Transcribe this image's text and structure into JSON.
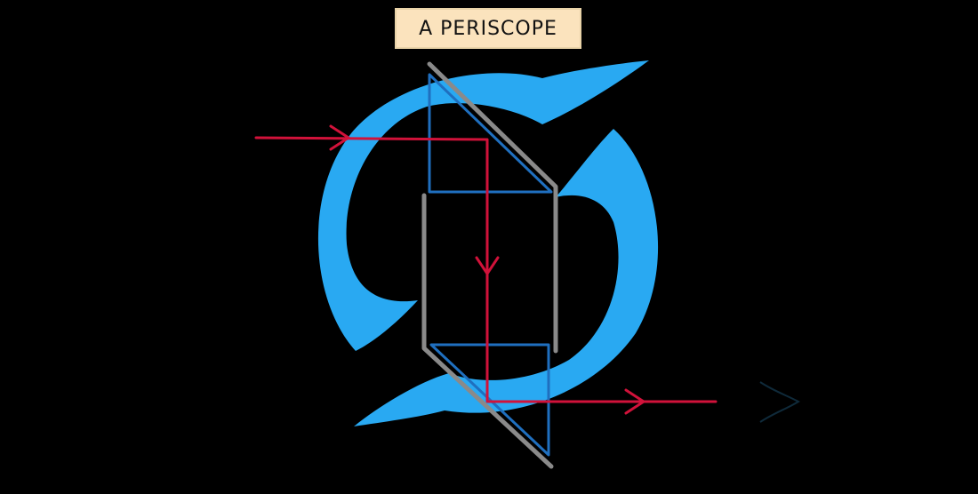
{
  "diagram": {
    "title": "A PERISCOPE",
    "colors": {
      "background": "#000000",
      "ring": "#29a9f2",
      "ray": "#d1123a",
      "prism": "#1f6fbf",
      "tube": "#8a8a8a",
      "title_bg": "#fbe3bd",
      "title_text": "#111111"
    },
    "icons": {
      "ring": "circular-arrows",
      "ray_arrow": "arrowhead",
      "eye": "eye-icon"
    }
  }
}
